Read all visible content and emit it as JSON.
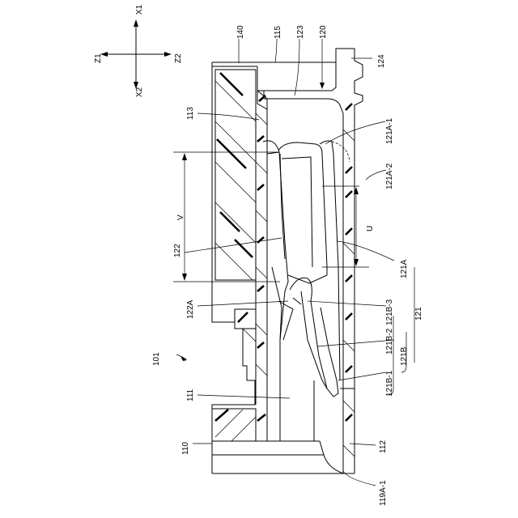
{
  "axes": {
    "x1": "X1",
    "x2": "X2",
    "z1": "Z1",
    "z2": "Z2"
  },
  "labels": {
    "l140": "140",
    "l115": "115",
    "l123": "123",
    "l120": "120",
    "l124": "124",
    "l113": "113",
    "l121A1": "121A-1",
    "l121A2": "121A-2",
    "lV": "V",
    "lU": "U",
    "l122": "122",
    "l121A": "121A",
    "l122A": "122A",
    "l121B3": "121B-3",
    "l121": "121",
    "l121B2": "121B-2",
    "l121B": "121B",
    "l101": "101",
    "l121B1": "121B-1",
    "l111": "111",
    "l110": "110",
    "l112": "112",
    "l119A1": "119A-1"
  }
}
